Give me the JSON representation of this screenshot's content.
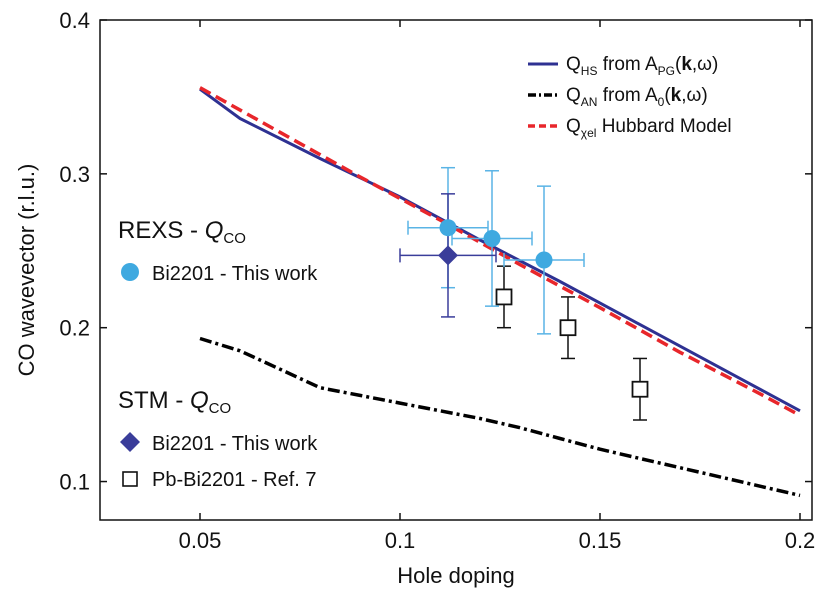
{
  "chart_data": {
    "type": "line",
    "xlabel": "Hole doping",
    "ylabel": "CO wavevector (r.l.u.)",
    "xlim": [
      0.025,
      0.203
    ],
    "ylim": [
      0.075,
      0.4
    ],
    "xticks": [
      0.05,
      0.1,
      0.15,
      0.2
    ],
    "xtick_labels": [
      "0.05",
      "0.1",
      "0.15",
      "0.2"
    ],
    "yticks": [
      0.1,
      0.2,
      0.3,
      0.4
    ],
    "ytick_labels": [
      "0.1",
      "0.2",
      "0.3",
      "0.4"
    ],
    "colors": {
      "q_hs": "#2e3192",
      "q_an": "#000000",
      "q_chi": "#e8262b",
      "rexs": "#3fa9e0",
      "rexs_err": "#5ab4e5",
      "stm_bi": "#3a3d9a"
    },
    "lines": [
      {
        "id": "q_hs",
        "style": "solid",
        "x": [
          0.05,
          0.06,
          0.08,
          0.1,
          0.12,
          0.14,
          0.16,
          0.18,
          0.2
        ],
        "y": [
          0.355,
          0.336,
          0.31,
          0.285,
          0.257,
          0.23,
          0.202,
          0.174,
          0.146
        ]
      },
      {
        "id": "q_an",
        "style": "dashdot",
        "x": [
          0.05,
          0.06,
          0.07,
          0.08,
          0.09,
          0.1,
          0.11,
          0.12,
          0.13,
          0.14,
          0.15,
          0.16,
          0.17,
          0.18,
          0.19,
          0.2
        ],
        "y": [
          0.193,
          0.185,
          0.173,
          0.161,
          0.156,
          0.151,
          0.146,
          0.141,
          0.135,
          0.128,
          0.121,
          0.115,
          0.109,
          0.103,
          0.097,
          0.091
        ]
      },
      {
        "id": "q_chi",
        "style": "dashed",
        "x": [
          0.05,
          0.07,
          0.09,
          0.11,
          0.13,
          0.15,
          0.17,
          0.19,
          0.2
        ],
        "y": [
          0.356,
          0.327,
          0.298,
          0.27,
          0.241,
          0.213,
          0.184,
          0.157,
          0.143
        ]
      }
    ],
    "legend": [
      {
        "id": "q_hs",
        "main": "Q",
        "sub": "HS",
        "rest": " from A",
        "sub2": "PG",
        "tail": "(",
        "bold": "k",
        "end": ",ω)"
      },
      {
        "id": "q_an",
        "main": "Q",
        "sub": "AN",
        "rest": " from A",
        "sub2": "0",
        "tail": "(",
        "bold": "k",
        "end": ",ω)"
      },
      {
        "id": "q_chi",
        "main": "Q",
        "sub": "χel",
        "rest": " Hubbard Model",
        "sub2": "",
        "tail": "",
        "bold": "",
        "end": ""
      }
    ],
    "groups": {
      "rexs": {
        "title": "REXS - ",
        "title_q": "Q",
        "title_sub": "CO",
        "entry": "Bi2201 - This work"
      },
      "stm": {
        "title": "STM - ",
        "title_q": "Q",
        "title_sub": "CO",
        "entries": [
          "Bi2201 - This work",
          "Pb-Bi2201 - Ref. 7"
        ]
      }
    },
    "points": {
      "rexs_bi2201": [
        {
          "x": 0.112,
          "y": 0.265,
          "xerr": 0.01,
          "yerr": 0.039
        },
        {
          "x": 0.123,
          "y": 0.258,
          "xerr": 0.01,
          "yerr": 0.044
        },
        {
          "x": 0.136,
          "y": 0.244,
          "xerr": 0.01,
          "yerr": 0.048
        }
      ],
      "stm_bi2201": [
        {
          "x": 0.112,
          "y": 0.247,
          "xerr": 0.012,
          "yerr": 0.04
        }
      ],
      "stm_pb_bi2201": [
        {
          "x": 0.126,
          "y": 0.22,
          "yerr": 0.02
        },
        {
          "x": 0.142,
          "y": 0.2,
          "yerr": 0.02
        },
        {
          "x": 0.16,
          "y": 0.16,
          "yerr": 0.02
        }
      ]
    }
  }
}
